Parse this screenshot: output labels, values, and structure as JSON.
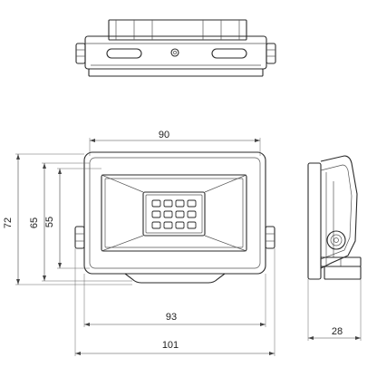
{
  "dimensions": {
    "front_width": "90",
    "body_width": "93",
    "overall_width": "101",
    "overall_height": "72",
    "housing_height": "65",
    "bracket_height": "55",
    "side_depth": "28"
  }
}
